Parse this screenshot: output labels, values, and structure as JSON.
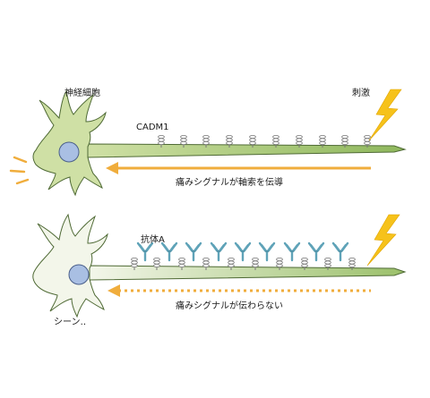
{
  "panel_top": {
    "neuron_label": "神経細胞",
    "stimulus_label": "刺激",
    "receptor_label": "CADM1",
    "arrow_caption": "痛みシグナルが軸索を伝導"
  },
  "panel_bottom": {
    "antibody_label": "抗体A",
    "arrow_caption": "痛みシグナルが伝わらない",
    "silence_label": "シーン‥"
  },
  "colors": {
    "neuron_fill_active": "#cfe0a5",
    "neuron_fill_inactive": "#f3f6ea",
    "nucleus": "#a9bfe3",
    "axon_green": "#9bc06a",
    "arrow_orange": "#f0ad3c",
    "lightning": "#f6c21b",
    "antibody": "#5fa3b8"
  },
  "icons": [
    "lightning-icon",
    "receptor-icon",
    "antibody-icon",
    "signal-burst-icon"
  ]
}
